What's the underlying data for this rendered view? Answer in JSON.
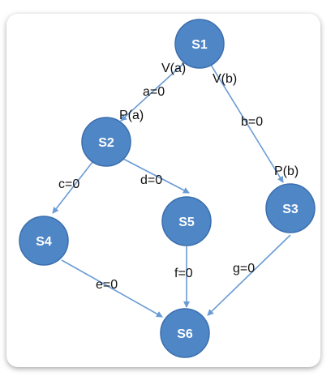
{
  "colors": {
    "node_fill": "#4f86c6",
    "node_stroke": "#3b6fae",
    "node_text": "#ffffff",
    "edge": "#6a9bd4",
    "edge_label": "#111111"
  },
  "nodes": {
    "s1": "S1",
    "s2": "S2",
    "s3": "S3",
    "s4": "S4",
    "s5": "S5",
    "s6": "S6"
  },
  "edge_labels": {
    "va": "V(a)",
    "vb": "V(b)",
    "a0": "a=0",
    "pa": "P(a)",
    "b0": "b=0",
    "pb": "P(b)",
    "c0": "c=0",
    "d0": "d=0",
    "e0": "e=0",
    "f0": "f=0",
    "g0": "g=0"
  }
}
